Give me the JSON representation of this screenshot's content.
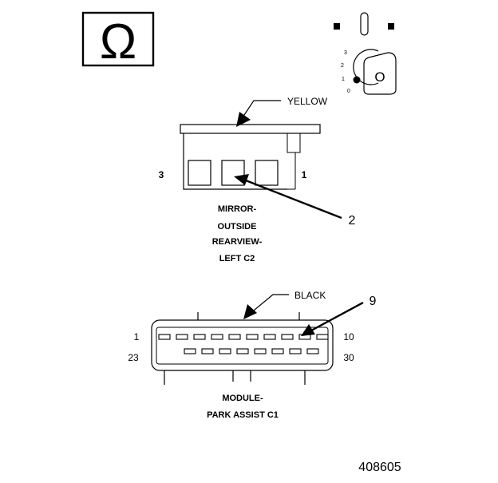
{
  "symbols": {
    "omega_glyph": "Ω",
    "ignition_positions": [
      "3",
      "2",
      "1",
      "0"
    ],
    "key_letter": "O"
  },
  "connector_c2": {
    "color_label": "YELLOW",
    "pin_left": "3",
    "pin_right": "1",
    "callout": "2",
    "title_lines": [
      "MIRROR-",
      "OUTSIDE",
      "REARVIEW-",
      "LEFT C2"
    ]
  },
  "connector_c1": {
    "color_label": "BLACK",
    "callout": "9",
    "pin_top_left": "1",
    "pin_top_right": "10",
    "pin_bottom_left": "23",
    "pin_bottom_right": "30",
    "title_lines": [
      "MODULE-",
      "PARK ASSIST C1"
    ]
  },
  "figure_number": "408605"
}
